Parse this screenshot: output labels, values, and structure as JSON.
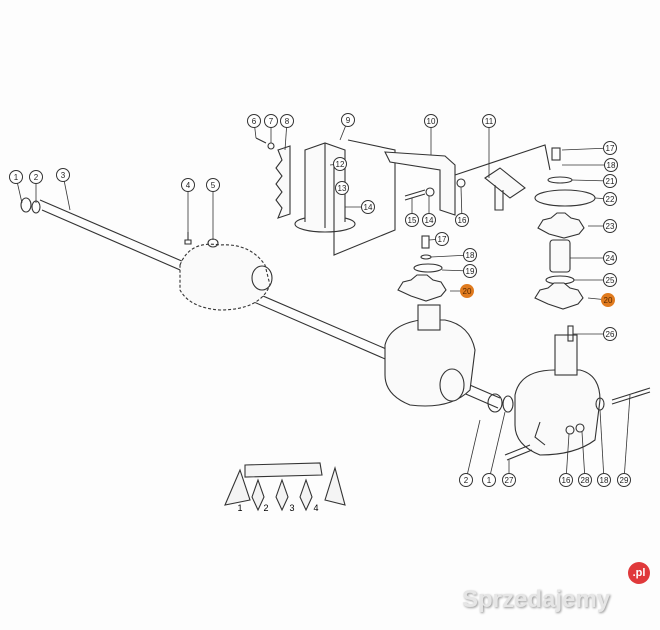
{
  "diagram": {
    "callouts": [
      "1",
      "2",
      "3",
      "4",
      "5",
      "6",
      "7",
      "8",
      "9",
      "10",
      "11",
      "12",
      "13",
      "14",
      "15",
      "14",
      "16",
      "17",
      "18",
      "21",
      "22",
      "23",
      "24",
      "25",
      "20",
      "26",
      "17",
      "18",
      "19",
      "20",
      "2",
      "1",
      "27",
      "16",
      "28",
      "18",
      "29"
    ],
    "highlighted_part": "20",
    "highlight_color": "#e07b1f",
    "inset_labels": [
      "1",
      "2",
      "3",
      "4"
    ]
  },
  "watermark": {
    "text": "Sprzedajemy",
    "badge": ".pl"
  }
}
